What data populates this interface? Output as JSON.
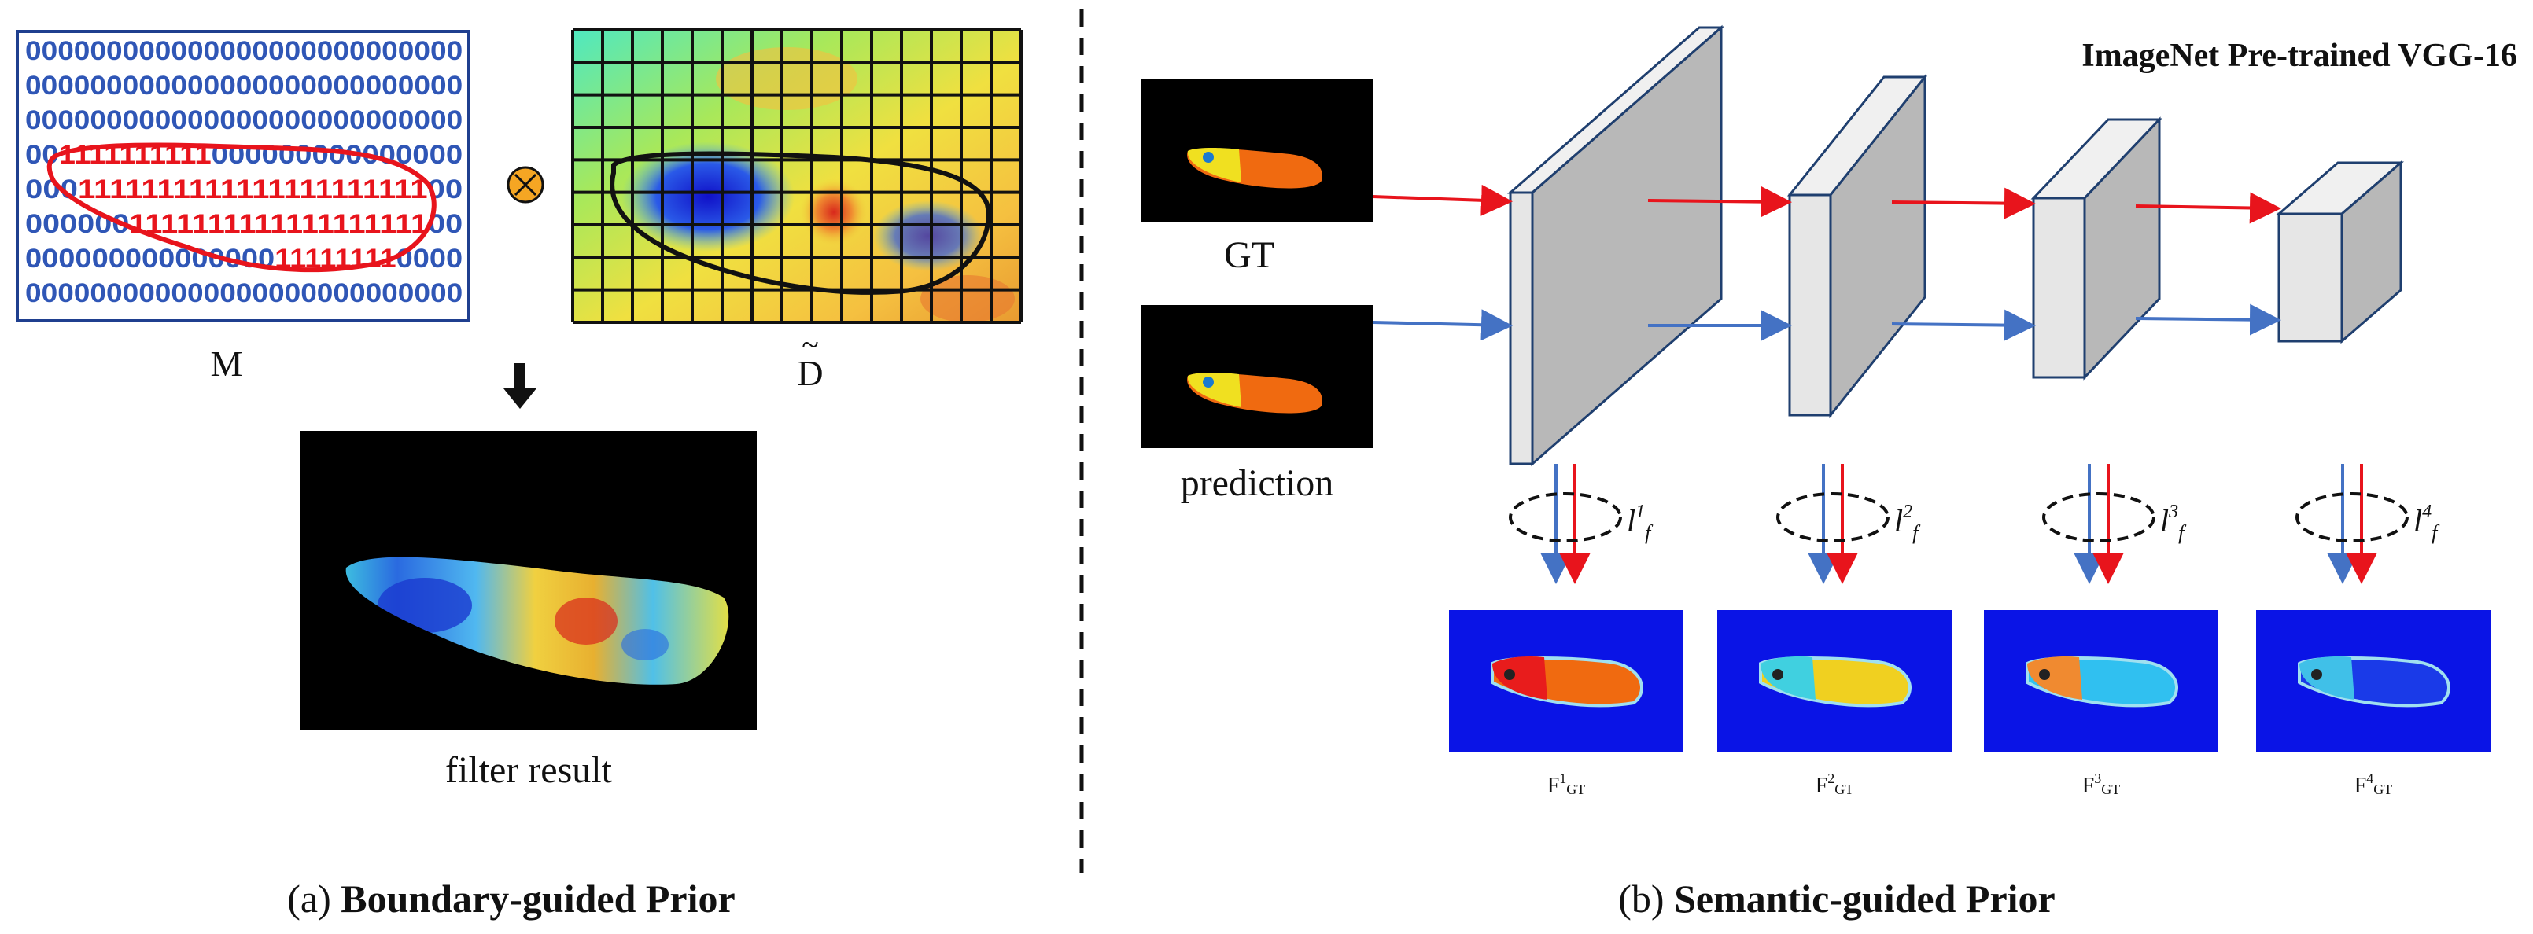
{
  "mask_matrix": {
    "rows": [
      "000000000000000000000000000",
      "000000000000000000000000000",
      "000000000000000000000000000",
      "001111111111000000000000000",
      "000111111111111111111111100",
      "000000111111111111111111100",
      "000000000000000111111110000",
      "000000000000000000000000000"
    ],
    "one_color": "#e8141c",
    "zero_color": "#2f56b6",
    "border_color": "#1f3f8f"
  },
  "labels": {
    "m": "M",
    "d": "D",
    "d_tilde": "~",
    "filter_result": "filter result",
    "gt": "GT",
    "prediction": "prediction",
    "vgg_title": "ImageNet Pre-trained VGG-16",
    "caption_a_prefix": "(a)",
    "caption_a_bold": "Boundary-guided Prior",
    "caption_b_prefix": "(b)",
    "caption_b_bold": "Semantic-guided Prior"
  },
  "operator_symbol": "⊗",
  "operator_color": "#f5a623",
  "arrow_colors": {
    "gt": "#e8141c",
    "prediction": "#4472c4"
  },
  "losses": [
    {
      "l": "l",
      "sup": "1",
      "sub": "f"
    },
    {
      "l": "l",
      "sup": "2",
      "sub": "f"
    },
    {
      "l": "l",
      "sup": "3",
      "sub": "f"
    },
    {
      "l": "l",
      "sup": "4",
      "sub": "f"
    }
  ],
  "feature_labels": [
    {
      "base": "F",
      "sup": "1",
      "sub": "GT"
    },
    {
      "base": "F",
      "sup": "2",
      "sub": "GT"
    },
    {
      "base": "F",
      "sup": "3",
      "sub": "GT"
    },
    {
      "base": "F",
      "sup": "4",
      "sub": "GT"
    }
  ],
  "feature_background": "#0a14e6"
}
